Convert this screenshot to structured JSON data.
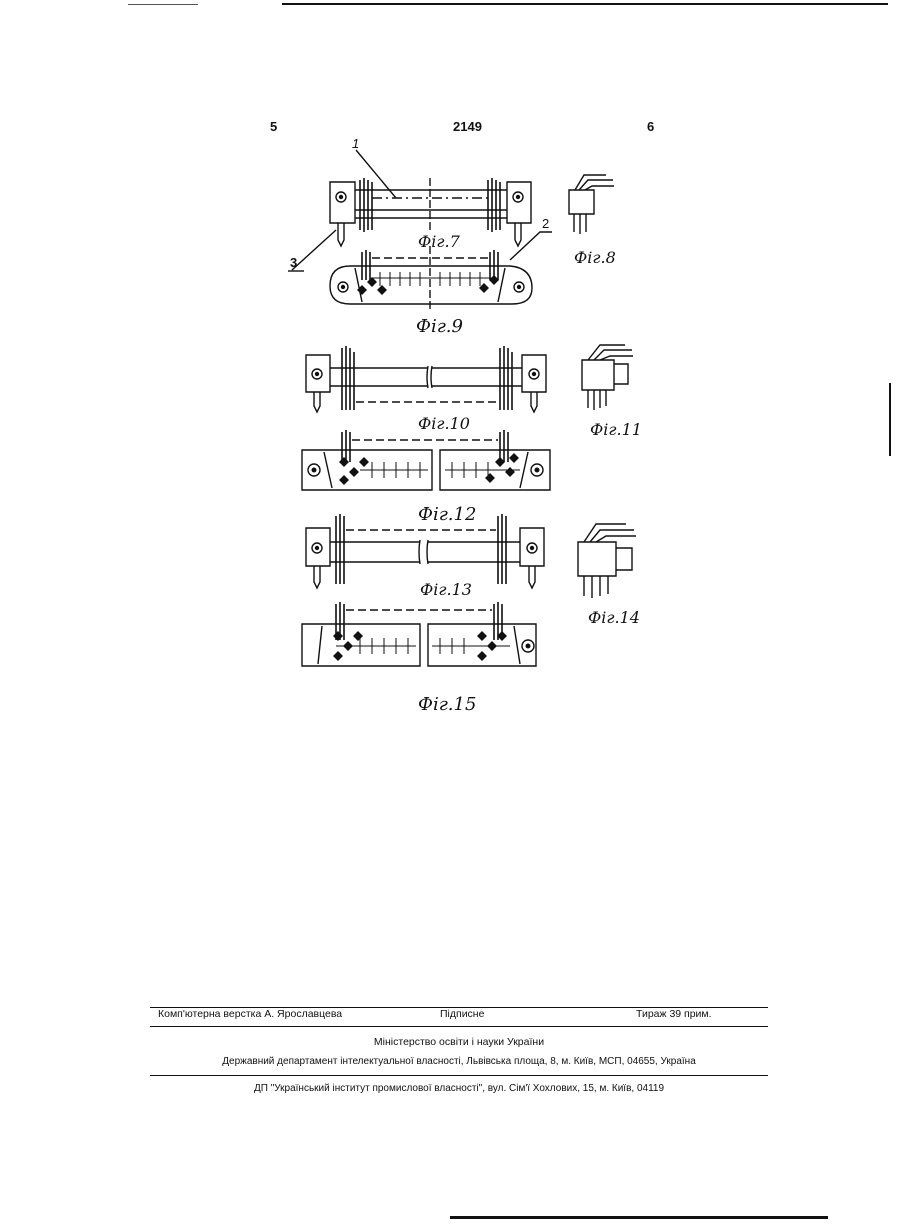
{
  "header": {
    "left_page": "5",
    "patent_number": "2149",
    "right_page": "6"
  },
  "figures": [
    {
      "id": "fig7",
      "caption": "Фіг.7"
    },
    {
      "id": "fig8",
      "caption": "Фіг.8"
    },
    {
      "id": "fig9",
      "caption": "Фіг.9"
    },
    {
      "id": "fig10",
      "caption": "Фіг.10"
    },
    {
      "id": "fig11",
      "caption": "Фіг.11"
    },
    {
      "id": "fig12",
      "caption": "Фіг.12"
    },
    {
      "id": "fig13",
      "caption": "Фіг.13"
    },
    {
      "id": "fig14",
      "caption": "Фіг.14"
    },
    {
      "id": "fig15",
      "caption": "Фіг.15"
    }
  ],
  "reference_labels": {
    "ref1": "1",
    "ref2": "2",
    "ref3": "3"
  },
  "footer": {
    "layout": "Комп'ютерна верстка А. Ярославцева",
    "signed": "Підписне",
    "circulation": "Тираж 39 прим.",
    "ministry": "Міністерство освіти і науки України",
    "department": "Державний департамент інтелектуальної власності, Львівська площа, 8, м. Київ, МСП, 04655, Україна",
    "institute": "ДП \"Український інститут промислової власності\", вул. Сім'ї Хохлових, 15, м. Київ, 04119"
  }
}
